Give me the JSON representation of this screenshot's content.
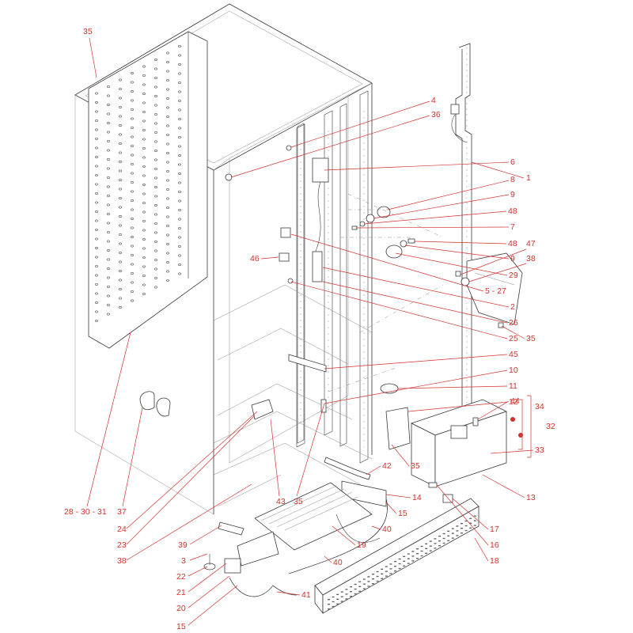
{
  "callouts": [
    {
      "id": "c35a",
      "text": "35"
    },
    {
      "id": "c4",
      "text": "4"
    },
    {
      "id": "c36",
      "text": "36"
    },
    {
      "id": "c6",
      "text": "6"
    },
    {
      "id": "c1",
      "text": "1"
    },
    {
      "id": "c8",
      "text": "8"
    },
    {
      "id": "c9a",
      "text": "9"
    },
    {
      "id": "c48a",
      "text": "48"
    },
    {
      "id": "c7",
      "text": "7"
    },
    {
      "id": "c48b",
      "text": "48"
    },
    {
      "id": "c47",
      "text": "47"
    },
    {
      "id": "c46",
      "text": "46"
    },
    {
      "id": "c9b",
      "text": "9"
    },
    {
      "id": "c38a",
      "text": "38"
    },
    {
      "id": "c29",
      "text": "29"
    },
    {
      "id": "c527",
      "text": "5  -  27"
    },
    {
      "id": "c2",
      "text": "2"
    },
    {
      "id": "c26",
      "text": "26"
    },
    {
      "id": "c35b",
      "text": "35"
    },
    {
      "id": "c25",
      "text": "25"
    },
    {
      "id": "c45",
      "text": "45"
    },
    {
      "id": "c10",
      "text": "10"
    },
    {
      "id": "c11",
      "text": "11"
    },
    {
      "id": "c44",
      "text": "44"
    },
    {
      "id": "c12",
      "text": "12"
    },
    {
      "id": "c34",
      "text": "34"
    },
    {
      "id": "c32",
      "text": "32"
    },
    {
      "id": "c33",
      "text": "33"
    },
    {
      "id": "c35c",
      "text": "35"
    },
    {
      "id": "c42",
      "text": "42"
    },
    {
      "id": "c13",
      "text": "13"
    },
    {
      "id": "c14",
      "text": "14"
    },
    {
      "id": "c15a",
      "text": "15"
    },
    {
      "id": "c43",
      "text": "43"
    },
    {
      "id": "c35d",
      "text": "35"
    },
    {
      "id": "c17",
      "text": "17"
    },
    {
      "id": "c283031",
      "text": "28  -  30  -  31"
    },
    {
      "id": "c37",
      "text": "37"
    },
    {
      "id": "c40a",
      "text": "40"
    },
    {
      "id": "c24",
      "text": "24"
    },
    {
      "id": "c16",
      "text": "16"
    },
    {
      "id": "c23",
      "text": "23"
    },
    {
      "id": "c19",
      "text": "19"
    },
    {
      "id": "c39",
      "text": "39"
    },
    {
      "id": "c38b",
      "text": "38"
    },
    {
      "id": "c40b",
      "text": "40"
    },
    {
      "id": "c18",
      "text": "18"
    },
    {
      "id": "c3",
      "text": "3"
    },
    {
      "id": "c22",
      "text": "22"
    },
    {
      "id": "c21",
      "text": "21"
    },
    {
      "id": "c41",
      "text": "41"
    },
    {
      "id": "c20",
      "text": "20"
    },
    {
      "id": "c15b",
      "text": "15"
    }
  ],
  "colors": {
    "callout": "#d2322d",
    "line": "#3a3a3a",
    "background": "#ffffff"
  }
}
